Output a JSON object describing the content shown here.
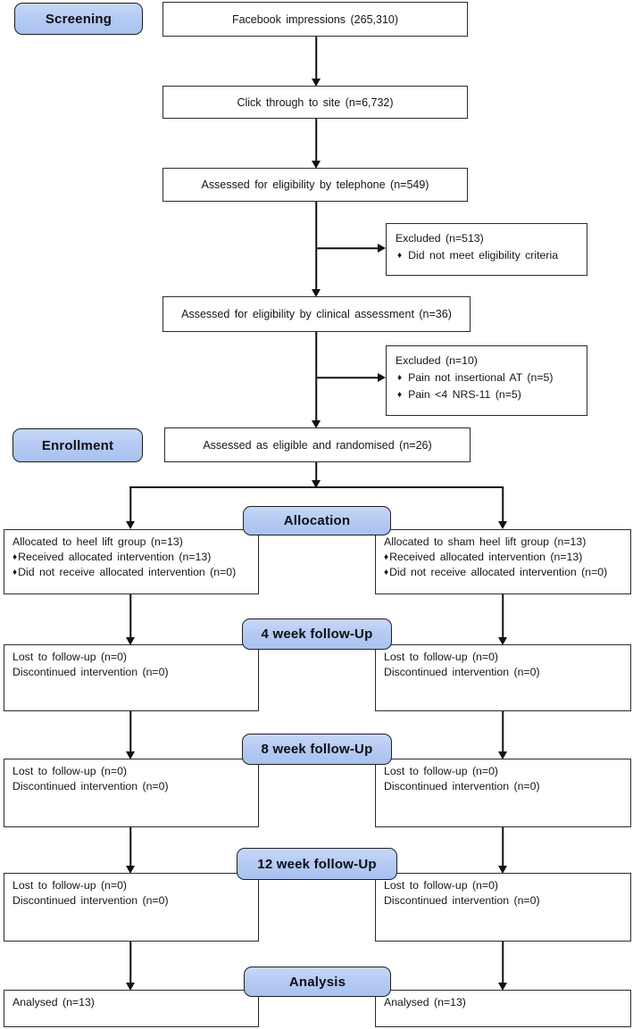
{
  "bullet_char": "♦",
  "stages": {
    "screening": "Screening",
    "enrollment": "Enrollment",
    "allocation": "Allocation",
    "followup_4": "4 week follow-Up",
    "followup_8": "8 week follow-Up",
    "followup_12": "12 week follow-Up",
    "analysis": "Analysis"
  },
  "screening_flow": {
    "facebook": "Facebook impressions (265,310)",
    "click_through": "Click through to site (n=6,732)",
    "telephone": "Assessed for eligibility by telephone (n=549)",
    "excluded_telephone": {
      "title": "Excluded (n=513)",
      "bullets": [
        "Did not meet eligibility criteria"
      ]
    },
    "clinical": "Assessed for eligibility by clinical assessment (n=36)",
    "excluded_clinical": {
      "title": "Excluded (n=10)",
      "bullets": [
        "Pain not insertional AT (n=5)",
        "Pain <4 NRS-11 (n=5)"
      ]
    },
    "randomised": "Assessed as eligible and randomised (n=26)"
  },
  "allocation_row": {
    "left": {
      "title": "Allocated to heel lift group (n=13)",
      "bullets": [
        "Received allocated intervention (n=13)",
        "Did not receive allocated intervention (n=0)"
      ]
    },
    "right": {
      "title": "Allocated to sham heel lift group (n=13)",
      "bullets": [
        "Received allocated intervention (n=13)",
        "Did not receive allocated intervention (n=0)"
      ]
    }
  },
  "fu4": {
    "left": {
      "lines": [
        "Lost to follow-up (n=0)",
        "Discontinued intervention (n=0)"
      ]
    },
    "right": {
      "lines": [
        "Lost to follow-up (n=0)",
        "Discontinued intervention (n=0)"
      ]
    }
  },
  "fu8": {
    "left": {
      "lines": [
        "Lost to follow-up (n=0)",
        "Discontinued intervention (n=0)"
      ]
    },
    "right": {
      "lines": [
        "Lost to follow-up (n=0)",
        "Discontinued intervention (n=0)"
      ]
    }
  },
  "fu12": {
    "left": {
      "lines": [
        "Lost to follow-up (n=0)",
        "Discontinued intervention (n=0)"
      ]
    },
    "right": {
      "lines": [
        "Lost to follow-up (n=0)",
        "Discontinued intervention (n=0)"
      ]
    }
  },
  "analysis_row": {
    "left": "Analysed (n=13)",
    "right": "Analysed (n=13)"
  },
  "colors": {
    "badge_fill": "#b3c9f2",
    "line": "#111111",
    "box_border": "#2b2b2b"
  }
}
